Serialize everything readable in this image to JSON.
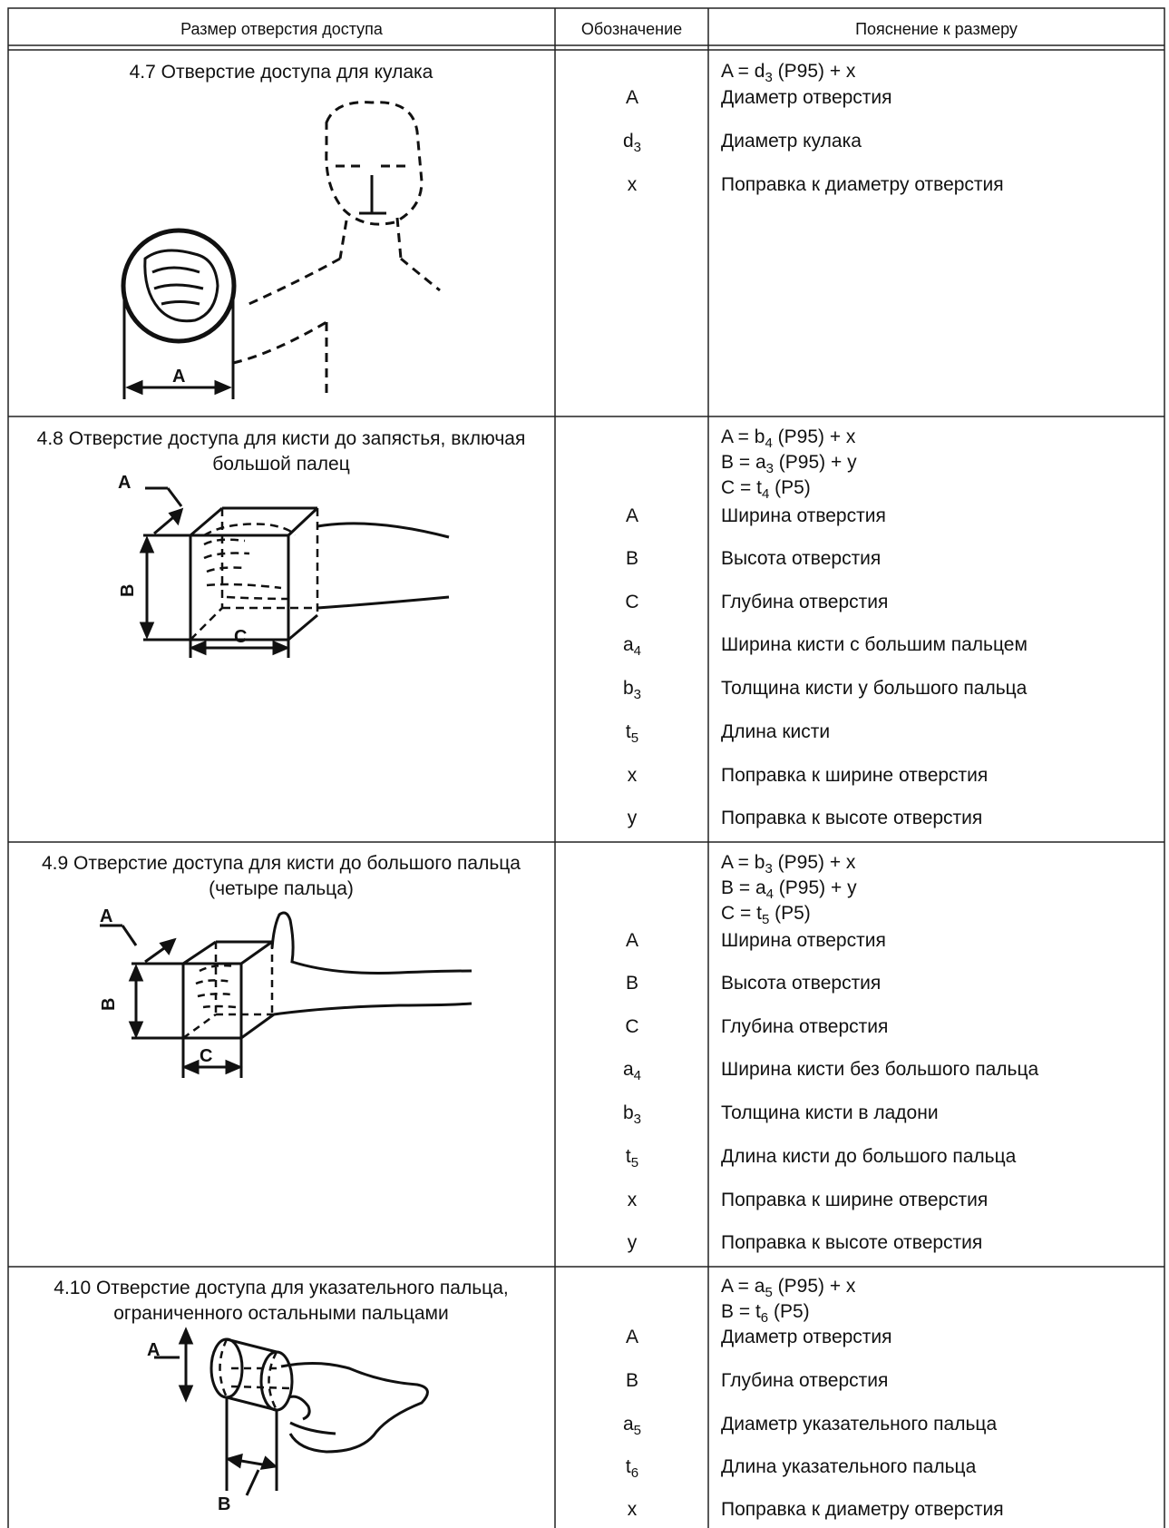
{
  "header": {
    "col1": "Размер отверстия доступа",
    "col2": "Обозначение",
    "col3": "Пояснение к размеру"
  },
  "rows": [
    {
      "title": "4.7 Отверстие доступа для кулака",
      "formula": [
        {
          "pre": "A = d",
          "sub": "3",
          "post": " (P95) + x"
        }
      ],
      "items": [
        {
          "sym": "A",
          "sub": "",
          "text": "Диаметр отверстия"
        },
        {
          "sym": "d",
          "sub": "3",
          "text": "Диаметр кулака"
        },
        {
          "sym": "x",
          "sub": "",
          "text": "Поправка к диаметру отверстия"
        }
      ],
      "figure_labels": [
        "A"
      ]
    },
    {
      "title": "4.8 Отверстие доступа для кисти до запястья, включая большой палец",
      "formula": [
        {
          "pre": "A = b",
          "sub": "4",
          "post": " (P95) + x"
        },
        {
          "pre": "B = a",
          "sub": "3",
          "post": " (P95) + y"
        },
        {
          "pre": "C = t",
          "sub": "4",
          "post": " (P5)"
        }
      ],
      "items": [
        {
          "sym": "A",
          "sub": "",
          "text": "Ширина отверстия"
        },
        {
          "sym": "B",
          "sub": "",
          "text": "Высота отверстия"
        },
        {
          "sym": "C",
          "sub": "",
          "text": "Глубина отверстия"
        },
        {
          "sym": "a",
          "sub": "4",
          "text": "Ширина кисти с большим пальцем"
        },
        {
          "sym": "b",
          "sub": "3",
          "text": "Толщина кисти у большого пальца"
        },
        {
          "sym": "t",
          "sub": "5",
          "text": "Длина кисти"
        },
        {
          "sym": "x",
          "sub": "",
          "text": "Поправка к ширине отверстия"
        },
        {
          "sym": "y",
          "sub": "",
          "text": "Поправка к высоте отверстия"
        }
      ],
      "figure_labels": [
        "A",
        "B",
        "C"
      ]
    },
    {
      "title": "4.9 Отверстие доступа для кисти до большого пальца (четыре пальца)",
      "formula": [
        {
          "pre": "A = b",
          "sub": "3",
          "post": " (P95) + x"
        },
        {
          "pre": "B = a",
          "sub": "4",
          "post": " (P95) + y"
        },
        {
          "pre": "C = t",
          "sub": "5",
          "post": " (P5)"
        }
      ],
      "items": [
        {
          "sym": "A",
          "sub": "",
          "text": "Ширина отверстия"
        },
        {
          "sym": "B",
          "sub": "",
          "text": "Высота отверстия"
        },
        {
          "sym": "C",
          "sub": "",
          "text": "Глубина отверстия"
        },
        {
          "sym": "a",
          "sub": "4",
          "text": "Ширина кисти без большого пальца"
        },
        {
          "sym": "b",
          "sub": "3",
          "text": "Толщина кисти в ладони"
        },
        {
          "sym": "t",
          "sub": "5",
          "text": "Длина кисти до большого пальца"
        },
        {
          "sym": "x",
          "sub": "",
          "text": "Поправка к ширине отверстия"
        },
        {
          "sym": "y",
          "sub": "",
          "text": "Поправка к высоте отверстия"
        }
      ],
      "figure_labels": [
        "A",
        "B",
        "C"
      ]
    },
    {
      "title": "4.10 Отверстие доступа для указательного пальца, ограниченного остальными пальцами",
      "formula": [
        {
          "pre": "A = a",
          "sub": "5",
          "post": " (P95) + x"
        },
        {
          "pre": "B = t",
          "sub": "6",
          "post": " (P5)"
        }
      ],
      "items": [
        {
          "sym": "A",
          "sub": "",
          "text": "Диаметр отверстия"
        },
        {
          "sym": "B",
          "sub": "",
          "text": "Глубина отверстия"
        },
        {
          "sym": "a",
          "sub": "5",
          "text": "Диаметр указательного пальца"
        },
        {
          "sym": "t",
          "sub": "6",
          "text": "Длина указательного пальца"
        },
        {
          "sym": "x",
          "sub": "",
          "text": "Поправка к диаметру отверстия"
        }
      ],
      "figure_labels": [
        "A",
        "B"
      ]
    }
  ]
}
